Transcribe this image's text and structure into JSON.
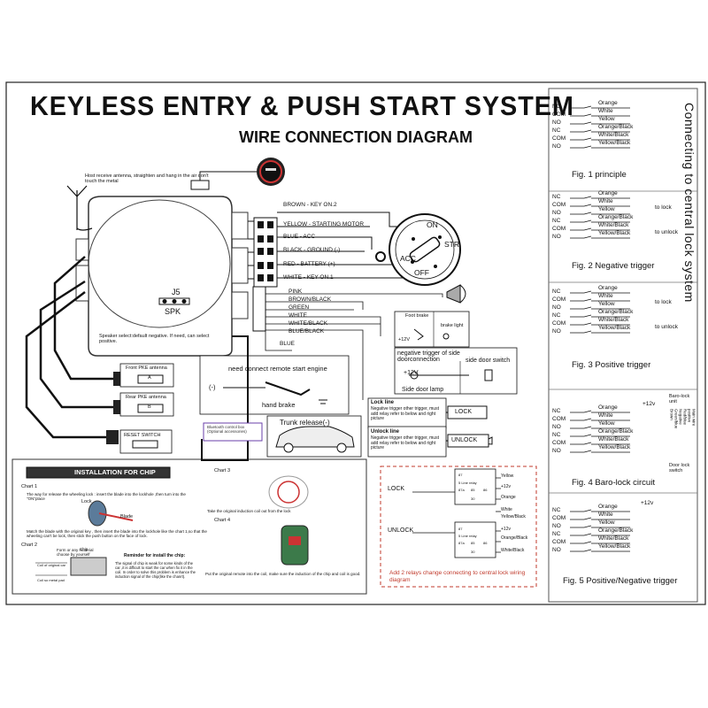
{
  "header": {
    "title": "KEYLESS ENTRY & PUSH START SYSTEM",
    "subtitle": "WIRE CONNECTION DIAGRAM",
    "side_title": "Connecting to central lock system"
  },
  "main_unit": {
    "antenna_note": "Host receive antenna, straighten and hang in the air don't touch the metal",
    "j5_label": "J5",
    "spk_label": "SPK",
    "speaker_note": "Speaker select:default negative. If need, can select positive.",
    "front_antenna": "Front PKE antenna",
    "front_antenna_letter": "A",
    "rear_antenna": "Rear PKE antenna",
    "rear_antenna_letter": "B",
    "reset_switch": "RESET SWITCH",
    "bluetooth_box": "Bluetooth control box (Optional accessories)"
  },
  "ignition_wires": [
    {
      "label": "BROWN   - KEY ON.2"
    },
    {
      "label": "YELLOW - STARTING MOTOR"
    },
    {
      "label": "BLUE     - ACC"
    },
    {
      "label": "BLACK   - GROUND (-)"
    },
    {
      "label": "RED       - BATTERY (+)"
    },
    {
      "label": "WHITE   - KEY ON.1"
    }
  ],
  "ignition_switch": {
    "on": "ON",
    "str": "STR",
    "acc": "ACC",
    "off": "OFF"
  },
  "harness_wires": [
    "PINK",
    "BROWN/BLACK",
    "GREEN",
    "WHITE",
    "WHITE/BLACK",
    "BLUE/BLACK",
    "BLUE"
  ],
  "extras": {
    "foot_brake": "Foot brake",
    "brake_light": "brake light",
    "brake_volt": "+12V",
    "neg_trigger": "negative trigger of side doorconnection",
    "side_door_switch": "side door switch",
    "door_volt": "+12V",
    "side_door_lamp": "Side door lamp",
    "remote_start_note": "need connect remote start engine",
    "minus_sign": "(-)",
    "hand_brake": "hand brake",
    "trunk_release": "Trunk release(-)"
  },
  "lock_lines": {
    "lock_title": "Lock line",
    "lock_text": "Negative trigger other trigger, must add relay refer to below and right picture",
    "lock_arrow": "LOCK",
    "unlock_title": "Unlock line",
    "unlock_text": "Negative trigger other trigger, must add relay refer to below and right picture",
    "unlock_arrow": "UNLOCK"
  },
  "installation": {
    "header": "INSTALLATION FOR CHIP",
    "chart1": "Chart 1",
    "chart1_text": "The way for release the wheeling lock : insert the blade into the lockhole ,then turn into the \"ON\"place",
    "lock_word": "Lock",
    "blade_word": "Blade",
    "chart1_note": "Match the blade with the original key , then insert the blade into the lockhole like the chart 1,so that the wheeling can't be lock, then stick the push button on the face of lock.",
    "chart2": "Chart 2",
    "chart2_note": "Form or any material choose by yourself",
    "chip_word": "Chip",
    "coil_original": "Coil of original car",
    "coil_metal": "Coil so metal pad",
    "reminder_title": "Reminder for install the chip:",
    "reminder_text": "The signal of chip is weak for some kinds of the car ,it is difficult to start the car when fix it in the coil. In order to solve this problem is enhance the induction signal of the chip(like the chanrt).",
    "chart3": "Chart 3",
    "chart3_note": "Take the original induction coil out from the lock",
    "chart4": "Chart 4",
    "chart4_note": "Put the original remote into the coil, make sure the induction of the chip and coil is good."
  },
  "relay_box": {
    "lock_label": "LOCK",
    "unlock_label": "UNLOCK",
    "relay_title": "5 Line relay",
    "pins": [
      "87",
      "87a",
      "85",
      "86",
      "30"
    ],
    "yellow": "Yellow",
    "plus12": "+12v",
    "orange": "Orange",
    "white": "White",
    "yellow_black": "Yellow/Black",
    "orange_black": "Orange/Black",
    "white_black": "White/Black",
    "note": "Add 2 relays change connecting to central lock wiring diagram"
  },
  "figures": [
    {
      "caption": "Fig. 1  principle",
      "terms": [
        "NC",
        "COM",
        "NO",
        "NC",
        "COM",
        "NO"
      ],
      "wires": [
        "Orange",
        "White",
        "Yellow",
        "Orange/Black",
        "White/Black",
        "Yellow/Black"
      ]
    },
    {
      "caption": "Fig. 2  Negative trigger",
      "terms": [
        "NC",
        "COM",
        "NO",
        "NC",
        "COM",
        "NO"
      ],
      "wires": [
        "Orange",
        "White",
        "Yellow",
        "Orange/Black",
        "White/Black",
        "Yellow/Black"
      ],
      "to_lock": "to lock",
      "to_unlock": "to unlock"
    },
    {
      "caption": "Fig. 3  Positive trigger",
      "terms": [
        "NC",
        "COM",
        "NO",
        "NC",
        "COM",
        "NO"
      ],
      "wires": [
        "Orange",
        "White",
        "Yellow",
        "Orange/Black",
        "White/Black",
        "Yellow/Black"
      ],
      "to_lock": "to lock",
      "to_unlock": "to unlock"
    },
    {
      "caption": "Fig. 4  Baro-lock circuit",
      "terms": [
        "NC",
        "COM",
        "NO",
        "NC",
        "COM",
        "NO"
      ],
      "wires": [
        "Orange",
        "White",
        "Yellow",
        "Orange/Black",
        "White/Black",
        "Yellow/Black"
      ],
      "volt": "+12v",
      "baro_unit": "Baro-lock unit",
      "door_switch": "Door lock switch",
      "col_labels": [
        "Brown",
        "Green/blue",
        "Negative",
        "Red/blue",
        "positive",
        "Main wire"
      ]
    },
    {
      "caption": "Fig. 5  Positive/Negative trigger",
      "terms": [
        "NC",
        "COM",
        "NO",
        "NC",
        "COM",
        "NO"
      ],
      "wires": [
        "Orange",
        "White",
        "Yellow",
        "Orange/Black",
        "White/Black",
        "Yellow/Black"
      ],
      "volt": "+12v"
    }
  ]
}
